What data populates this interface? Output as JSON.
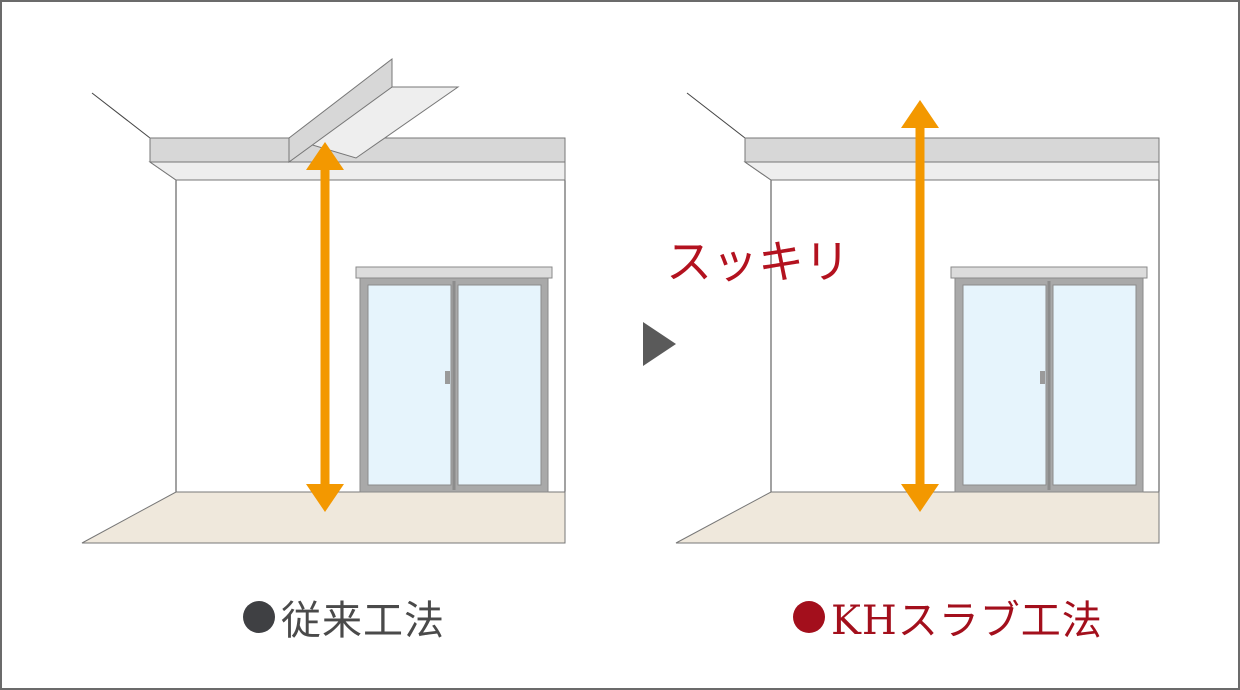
{
  "captions": {
    "conventional": "従来工法",
    "kh_slab": "KHスラブ工法"
  },
  "annotation": "スッキリ",
  "colors": {
    "arrow": "#f39800",
    "accent_red": "#a30f1c",
    "caption_gray": "#4a4a4a",
    "floor": "#efe8dc",
    "glass": "#e6f4fc",
    "beam": "#d7d7d7"
  }
}
